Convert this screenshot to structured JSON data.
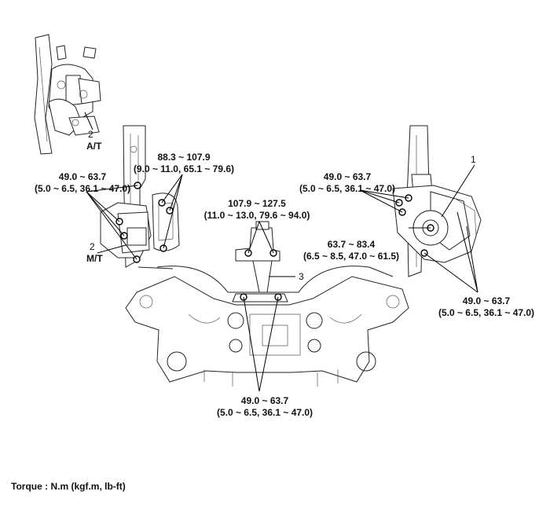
{
  "torque_values": {
    "at_mount_top": {
      "line1": "88.3 ~ 107.9",
      "line2": "(9.0 ~ 11.0, 65.1 ~ 79.6)"
    },
    "mt_mount_left": {
      "line1": "49.0 ~ 63.7",
      "line2": "(5.0 ~ 6.5, 36.1 ~ 47.0)"
    },
    "center_mount": {
      "line1": "107.9 ~ 127.5",
      "line2": "(11.0 ~ 13.0, 79.6 ~ 94.0)"
    },
    "right_bracket": {
      "line1": "49.0 ~ 63.7",
      "line2": "(5.0 ~ 6.5, 36.1 ~ 47.0)"
    },
    "right_center_bolt": {
      "line1": "63.7 ~ 83.4",
      "line2": "(6.5 ~ 8.5, 47.0 ~ 61.5)"
    },
    "right_lower": {
      "line1": "49.0 ~ 63.7",
      "line2": "(5.0 ~ 6.5, 36.1 ~ 47.0)"
    },
    "bottom_rear": {
      "line1": "49.0 ~ 63.7",
      "line2": "(5.0 ~ 6.5, 36.1 ~ 47.0)"
    }
  },
  "callouts": {
    "engine_mount": "1",
    "at_number": "2",
    "at_label": "A/T",
    "mt_number": "2",
    "mt_label": "M/T",
    "roll_stopper": "3"
  },
  "footer": {
    "torque_unit_note": "Torque : N.m (kgf.m, lb-ft)"
  },
  "colors": {
    "line": "#222222",
    "background": "#ffffff"
  }
}
